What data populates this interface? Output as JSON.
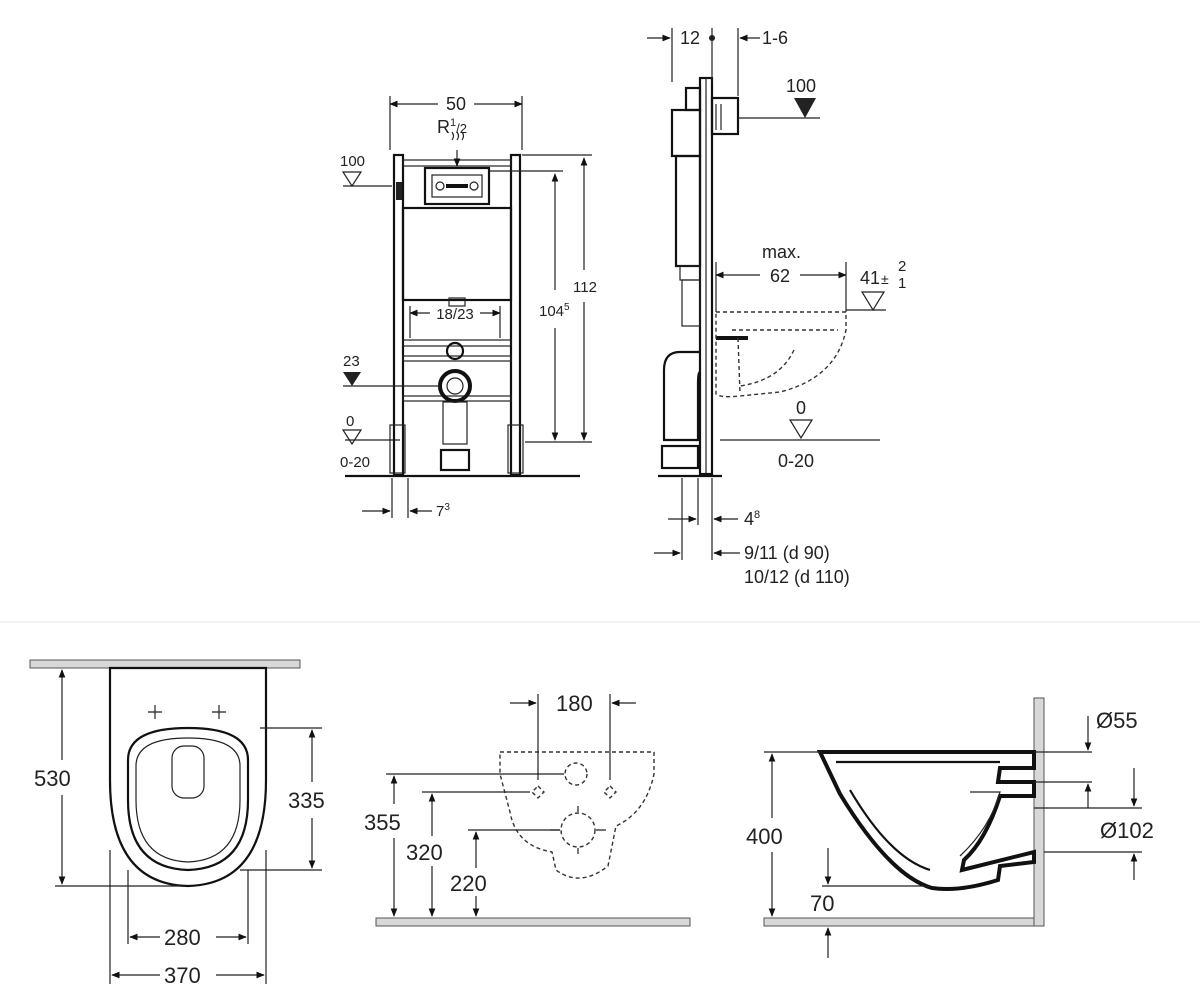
{
  "frame_front": {
    "width_label": "50",
    "thread_label_main": "R",
    "thread_label_sup": "1",
    "thread_label_sub": "/2",
    "level_top": "100",
    "height_inner_main": "104",
    "height_inner_sup": "5",
    "height_total": "112",
    "drain_spacing": "18/23",
    "level_outlet": "23",
    "level_floor": "0",
    "floor_range": "0-20",
    "foot_offset_main": "7",
    "foot_offset_sup": "3"
  },
  "frame_side": {
    "depth_label": "12",
    "adjust_label": "1-6",
    "level_top": "100",
    "max_label": "max.",
    "reach_label": "62",
    "outlet_height_main": "41",
    "outlet_tol_plus": "2",
    "outlet_tol_minus": "1",
    "level_floor": "0",
    "floor_range": "0-20",
    "pipe_offset_main": "4",
    "pipe_offset_sup": "8",
    "pipe_d90": "9/11 (d 90)",
    "pipe_d110": "10/12 (d 110)"
  },
  "bowl_top": {
    "length": "530",
    "seat_length": "335",
    "seat_width": "280",
    "total_width": "370"
  },
  "bowl_back": {
    "fix_spacing": "180",
    "inlet_height": "355",
    "fix_height": "320",
    "outlet_height": "220"
  },
  "bowl_side": {
    "inlet_diameter": "Ø55",
    "outlet_diameter": "Ø102",
    "rim_height": "400",
    "outlet_floor": "70"
  }
}
